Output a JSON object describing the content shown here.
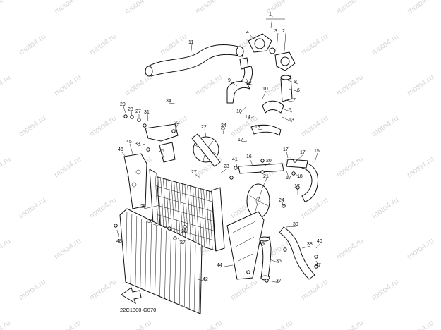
{
  "diagram": {
    "code": "22C1300-G070",
    "watermark": "moto4.ru",
    "callouts": [
      {
        "id": "c1",
        "text": "1"
      },
      {
        "id": "c2",
        "text": "2"
      },
      {
        "id": "c3",
        "text": "3"
      },
      {
        "id": "c4",
        "text": "4"
      },
      {
        "id": "c5",
        "text": "5"
      },
      {
        "id": "c6",
        "text": "6"
      },
      {
        "id": "c7",
        "text": "7"
      },
      {
        "id": "c8",
        "text": "8"
      },
      {
        "id": "c9",
        "text": "9"
      },
      {
        "id": "c10a",
        "text": "10"
      },
      {
        "id": "c10b",
        "text": "10"
      },
      {
        "id": "c11",
        "text": "11"
      },
      {
        "id": "c12",
        "text": "12"
      },
      {
        "id": "c13",
        "text": "13"
      },
      {
        "id": "c14",
        "text": "14"
      },
      {
        "id": "c15",
        "text": "15"
      },
      {
        "id": "c16",
        "text": "16"
      },
      {
        "id": "c17a",
        "text": "17"
      },
      {
        "id": "c17b",
        "text": "17"
      },
      {
        "id": "c17c",
        "text": "17"
      },
      {
        "id": "c17d",
        "text": "17"
      },
      {
        "id": "c17e",
        "text": "17"
      },
      {
        "id": "c18",
        "text": "18"
      },
      {
        "id": "c19",
        "text": "19"
      },
      {
        "id": "c20",
        "text": "20"
      },
      {
        "id": "c21",
        "text": "21"
      },
      {
        "id": "c22",
        "text": "22"
      },
      {
        "id": "c23",
        "text": "23"
      },
      {
        "id": "c24a",
        "text": "24"
      },
      {
        "id": "c24b",
        "text": "24"
      },
      {
        "id": "c25",
        "text": "25"
      },
      {
        "id": "c26",
        "text": "26"
      },
      {
        "id": "c27a",
        "text": "27"
      },
      {
        "id": "c27b",
        "text": "27"
      },
      {
        "id": "c27c",
        "text": "27"
      },
      {
        "id": "c28a",
        "text": "28"
      },
      {
        "id": "c28b",
        "text": "28"
      },
      {
        "id": "c29",
        "text": "29"
      },
      {
        "id": "c30",
        "text": "30"
      },
      {
        "id": "c31",
        "text": "31"
      },
      {
        "id": "c32",
        "text": "32"
      },
      {
        "id": "c33",
        "text": "33"
      },
      {
        "id": "c34",
        "text": "34"
      },
      {
        "id": "c35",
        "text": "35"
      },
      {
        "id": "c36",
        "text": "36"
      },
      {
        "id": "c37",
        "text": "37"
      },
      {
        "id": "c38",
        "text": "38"
      },
      {
        "id": "c39",
        "text": "39"
      },
      {
        "id": "c40",
        "text": "40"
      },
      {
        "id": "c41",
        "text": "41"
      },
      {
        "id": "c42",
        "text": "42"
      },
      {
        "id": "c43",
        "text": "43"
      },
      {
        "id": "c44",
        "text": "44"
      },
      {
        "id": "c45",
        "text": "45"
      },
      {
        "id": "c46",
        "text": "46"
      },
      {
        "id": "c47",
        "text": "47"
      }
    ]
  }
}
